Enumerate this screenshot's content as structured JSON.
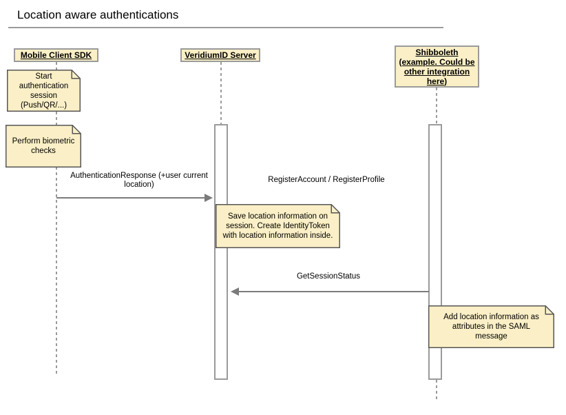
{
  "diagram_type": "sequence",
  "title": "Location aware authentications",
  "participants": [
    {
      "label": "Mobile Client SDK"
    },
    {
      "label": "VeridiumID Server"
    },
    {
      "label": "Shibboleth\n(example. Could be\nother integration\nhere)"
    }
  ],
  "notes": [
    {
      "text": "Start\nauthentication\nsession\n(Push/QR/...)",
      "over": "Mobile Client SDK"
    },
    {
      "text": "Perform biometric\nchecks",
      "over": "Mobile Client SDK"
    },
    {
      "text": "Save location information on\nsession. Create IdentityToken\nwith location information inside.",
      "over": "VeridiumID Server"
    },
    {
      "text": "Add location information as\nattributes in the SAML\nmessage",
      "over": "Shibboleth"
    }
  ],
  "messages": [
    {
      "label": "AuthenticationResponse (+user current\nlocation)",
      "from": "Mobile Client SDK",
      "to": "VeridiumID Server",
      "direction": "right",
      "arrow_visible": true
    },
    {
      "label": "RegisterAccount / RegisterProfile",
      "from": "VeridiumID Server",
      "to": "Shibboleth",
      "direction": "right",
      "arrow_visible": false
    },
    {
      "label": "GetSessionStatus",
      "from": "Shibboleth",
      "to": "VeridiumID Server",
      "direction": "left",
      "arrow_visible": true
    }
  ],
  "colors": {
    "box_fill": "#faefc6",
    "box_border": "#9a9a9a",
    "note_fill": "#faefc6",
    "note_border": "#555555",
    "arrow": "#7b7b7b",
    "lifeline": "#9a9a9a",
    "title_rule": "#9a9a9a",
    "text": "#000000"
  }
}
